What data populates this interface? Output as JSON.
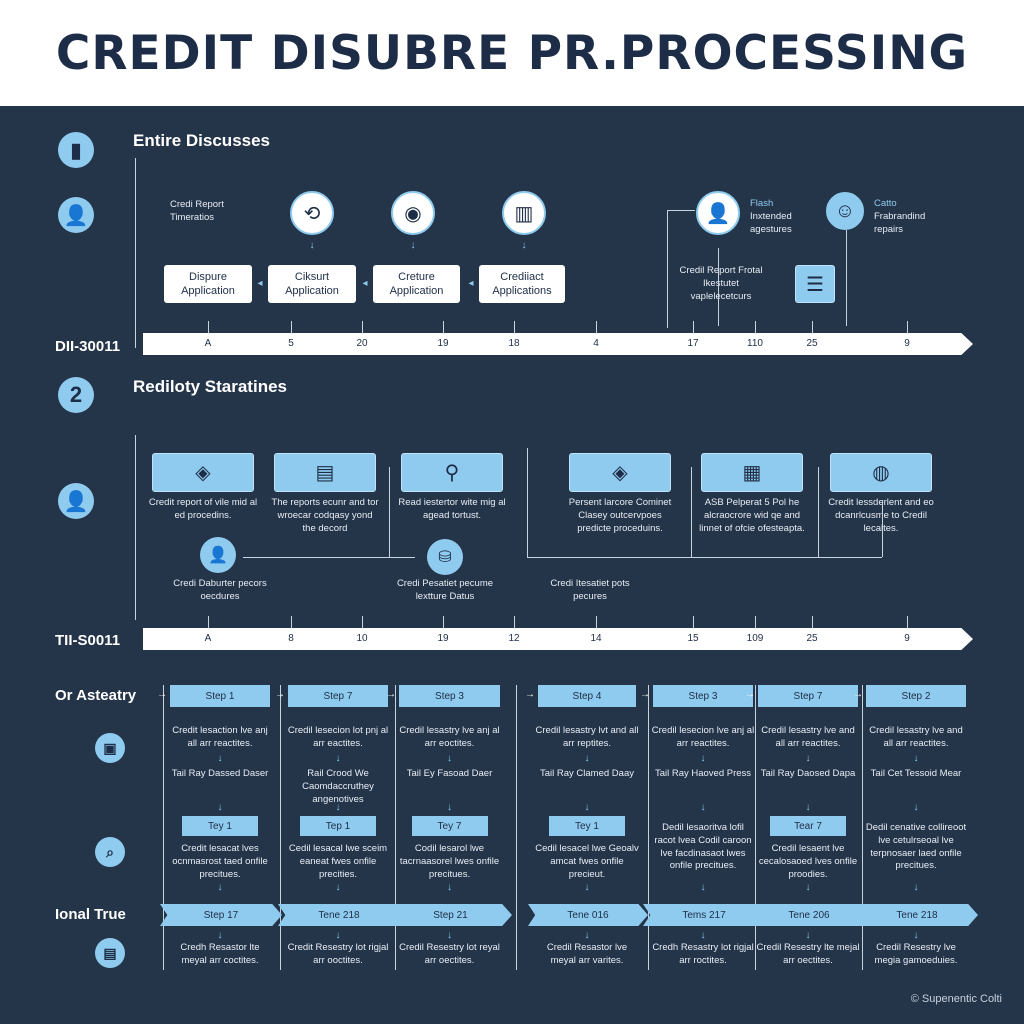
{
  "title": "CREDIT DISUBRE PR.PROCESSING",
  "section1": {
    "heading": "Entire Discusses",
    "note_left": "Credi Report Timeratios",
    "boxes": [
      "Dispure Application",
      "Ciksurt Application",
      "Creture Application",
      "Crediiact Applications"
    ],
    "right_items": [
      {
        "title": "Flash",
        "text": "Inxtended agestures"
      },
      {
        "title": "Catto",
        "text": "Frabrandind repairs"
      }
    ],
    "note_right": "Credil Report Frotal Ikestutet vaplelecetcurs",
    "timeline_label": "DII-30011",
    "ticks": [
      "A",
      "5",
      "20",
      "19",
      "18",
      "4",
      "17",
      "110",
      "25",
      "9"
    ]
  },
  "section2": {
    "badge": "2",
    "heading": "Rediloty Staratines",
    "cards": [
      "Credit report of vile mid al ed procedins.",
      "The reports ecunr and tor wroecar codqasy yond the decord",
      "Read iestertor wite mig al agead tortust.",
      "Persent larcore Cominet Clasey outcervpoes predicte proceduins.",
      "ASB Pelperat 5 Pol he alcraocrore wid qe and linnet of ofcie ofesteapta.",
      "Credit lessderlent and eo dcanrlcusme to Credil lecaltes."
    ],
    "nodes": [
      "Credi Daburter pecors oecdures",
      "Credi Pesatiet pecume lextture Datus",
      "Credi Itesatiet pots pecures"
    ],
    "timeline_label": "TII-S0011",
    "ticks": [
      "A",
      "8",
      "10",
      "19",
      "12",
      "14",
      "15",
      "109",
      "25",
      "9"
    ]
  },
  "section3": {
    "row_label_top": "Or Asteatry",
    "row_label_bottom": "Ional True",
    "columns": [
      {
        "step": "Step 1",
        "desc": "Credit lesaction lve anj all arr reactites.",
        "mid": "Tail Ray Dassed Daser",
        "tag": "Tey 1",
        "body": "Credit lesacat lves ocnmasrost taed onfile precitues.",
        "time": "Step 17",
        "foot": "Credh Resastor lte meyal arr coctites."
      },
      {
        "step": "Step 7",
        "desc": "Credil lesecion lot pnj al arr eactites.",
        "mid": "Rail Crood We Caomdaccruthey angenotives",
        "tag": "Tep 1",
        "body": "Cedil lesacal lwe sceim eaneat fwes onfile precities.",
        "time": "Tene 218",
        "foot": "Credit Resestry lot rigjal arr ooctites."
      },
      {
        "step": "Step 3",
        "desc": "Credil lesastry lve anj al arr eoctites.",
        "mid": "Tail Ey Fasoad Daer",
        "tag": "Tey 7",
        "body": "Codil lesarol lwe tacrnaasorel lwes onfile precitues.",
        "time": "Step 21",
        "foot": "Credil Resestry lot reyal arr oectites."
      },
      {
        "step": "Step 4",
        "desc": "Credil lesastry lvt and all arr reptites.",
        "mid": "Tail Ray Clamed Daay",
        "tag": "Tey 1",
        "body": "Cedil lesacel lwe Geoalv amcat fwes onfile precieut.",
        "time": "Tene 016",
        "foot": "Credil Resastor lve meyal arr varites."
      },
      {
        "step": "Step 3",
        "desc": "Credil lesecion lve anj al arr reactites.",
        "mid": "Tail Ray Haoved Press",
        "tag": "",
        "body": "Dedil lesaoritva lofil racot lvea Codil caroon lve facdinasaot lwes onfile precitues.",
        "time": "Tems 217",
        "foot": "Credh Resastry lot rigjal arr roctites."
      },
      {
        "step": "Step 7",
        "desc": "Credil lesastry lve and all arr reactites.",
        "mid": "Tail Ray Daosed Dapa",
        "tag": "Tear 7",
        "body": "Credil lesaent lve cecalosaoed lves onfile proodies.",
        "time": "Tene 206",
        "foot": "Credil Resestry lte mejal arr oectites."
      },
      {
        "step": "Step 2",
        "desc": "Credil lesastry lve and all arr reactites.",
        "mid": "Tail Cet Tessoid Mear",
        "tag": "",
        "body": "Dedil cenative collireoot lve cetulrseoal lve terpnosaer laed onfile precitues.",
        "time": "Tene 218",
        "foot": "Credil Resestry lve megia gamoeduies."
      }
    ]
  },
  "footer": "© Supenentic Colti",
  "colors": {
    "background": "#243449",
    "accent": "#8fcbee",
    "title": "#1e2d47"
  }
}
